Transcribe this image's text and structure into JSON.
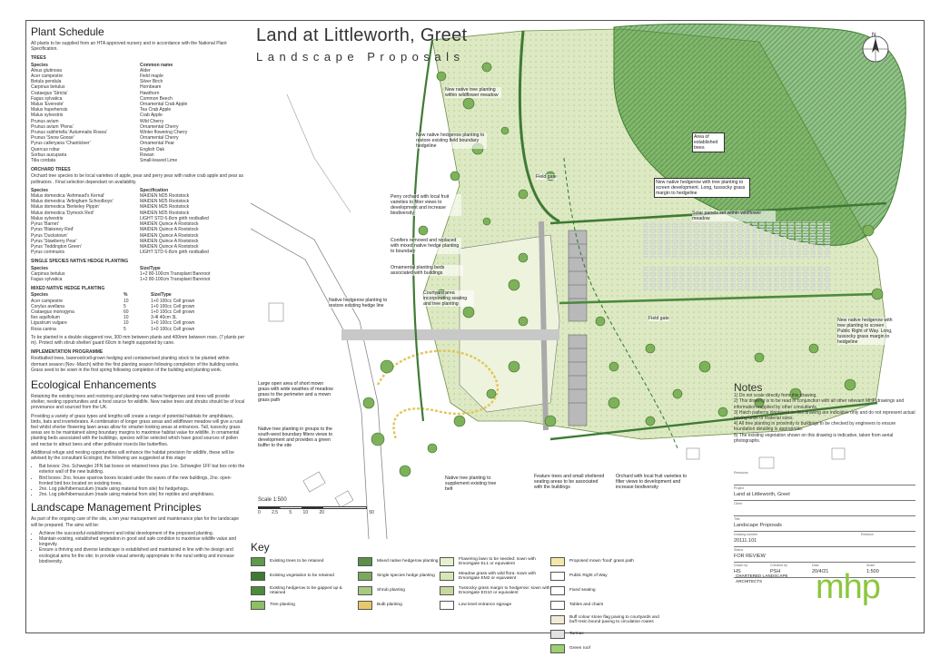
{
  "plant_schedule": {
    "title": "Plant Schedule",
    "intro": "All plants to be supplied from an HTA approved nursery and in accordance with the National Plant Specification.",
    "trees": {
      "heading": "TREES",
      "col1": "Species",
      "col2": "Common name",
      "rows": [
        [
          "Alnus glutinosa",
          "Alder"
        ],
        [
          "Acer campestre",
          "Field maple"
        ],
        [
          "Betula pendula",
          "Silver Birch"
        ],
        [
          "Carpinus betulus",
          "Hornbeam"
        ],
        [
          "Crataegus 'Stricta'",
          "Hawthorn"
        ],
        [
          "Fagus sylvatica",
          "Common Beech"
        ],
        [
          "Malus 'Evereste'",
          "Ornamental Crab Apple"
        ],
        [
          "Malus hupehensis",
          "Tea Crab Apple"
        ],
        [
          "Malus sylvestris",
          "Crab Apple"
        ],
        [
          "Prunus avium",
          "Wild Cherry"
        ],
        [
          "Prunus avium 'Plena'",
          "Ornamental Cherry"
        ],
        [
          "Prunus subhirtella 'Autumnalis Rosea'",
          "Winter flowering Cherry"
        ],
        [
          "Prunus 'Snow Goose'",
          "Ornamental Cherry"
        ],
        [
          "Pyrus calleryana 'Chanticleer'",
          "Ornamental Pear"
        ],
        [
          "Quercus robur",
          "English Oak"
        ],
        [
          "Sorbus aucuparia",
          "Rowan"
        ],
        [
          "Tilia cordata",
          "Small-leaved Lime"
        ]
      ]
    },
    "orchard": {
      "heading": "ORCHARD TREES",
      "intro": "Orchard tree species to be local varieties of apple, pear and perry pear with native crab apple and pear as pollinators . Final selection dependant on availability.",
      "col1": "Species",
      "col2": "Specification",
      "rows": [
        [
          "Malus domestica 'Ashmead's Kernal'",
          "MAIDEN M25 Rootstock"
        ],
        [
          "Malus domestica 'Arlingham Schoolboys'",
          "MAIDEN M25 Rootstock"
        ],
        [
          "Malus domestica 'Berkeley Pippin'",
          "MAIDEN M25 Rootstock"
        ],
        [
          "Malus domestica 'Dymock Red'",
          "MAIDEN M25 Rootstock"
        ],
        [
          "Malus sylvestris",
          "LIGHT STD 6-8cm girth rootballed"
        ],
        [
          "Pyrus 'Barnet'",
          "MAIDEN Quince A Rootstock"
        ],
        [
          "Pyrus 'Blakeney Red'",
          "MAIDEN Quince A Rootstock"
        ],
        [
          "Pyrus 'Duckstown'",
          "MAIDEN Quince A Rootstock"
        ],
        [
          "Pyrus 'Stawberry Pear'",
          "MAIDEN Quince A Rootstock"
        ],
        [
          "Pyrus 'Teddington Green'",
          "MAIDEN Quince A Rootstock"
        ],
        [
          "Pyrus communis",
          "LIGHT STD 6-8cm girth rootballed"
        ]
      ]
    },
    "single_hedge": {
      "heading": "SINGLE SPECIES NATIVE HEDGE PLANTING",
      "col1": "Species",
      "col2": "Size/Type",
      "rows": [
        [
          "Carpinus betulus",
          "1+2 80-100cm Transplant Bareroot"
        ],
        [
          "Fagus sylvatica",
          "1+2 80-100cm Transplant Bareroot"
        ]
      ]
    },
    "mixed_hedge": {
      "heading": "MIXED NATIVE HEDGE PLANTING",
      "col1": "Species",
      "col2": "%",
      "col3": "Size/Type",
      "rows": [
        [
          "Acer campestre",
          "10",
          "1+0 100cc Cell grown"
        ],
        [
          "Corylus avellana",
          "5",
          "1+0 100cc Cell grown"
        ],
        [
          "Crataegus monogyna",
          "60",
          "1+0 100cc Cell grown"
        ],
        [
          "Ilex aquifolium",
          "10",
          "3-4l 40cm 3L"
        ],
        [
          "Ligustrum vulgare",
          "10",
          "1+0 100cc Cell grown"
        ],
        [
          "Rosa canina",
          "5",
          "1+0 100cc Cell grown"
        ]
      ],
      "note": "To be planted in a double staggered row, 300 mm between plants and 400mm between rows. (7 plants per m). Protect with shrub shelter/ guard 60cm in height supported by cane."
    },
    "implementation": {
      "heading": "IMPLEMENTATION PROGRAMME",
      "text": "Rootballed trees, bareroot/cell-grown hedging and containerised planting stock to be planted within dormant season (Nov -March) within the first planting season following completion of the building works. Grass seed to be sown in the first spring following completion of the building and planting work."
    }
  },
  "ecological": {
    "title": "Ecological Enhancements",
    "p1": "Retaining the existing trees and restoring and planting new native hedgerows and trees will provide shelter, nesting opportunities and a food source for wildlife. New native trees and shrubs should be of local provenance and sourced from the UK.",
    "p2": "Providing a variety of grass types and lengths will create a range of potential habitats for amphibians, birds, bats and invertebrates. A combination of longer grass areas and wildflower meadow will give a rural feel whilst shorter flowering lawn areas allow for smarter-looking areas at entrances. Tall, tussocky grass areas are to be maintained along boundary margins to maximise habitat value for wildlife. In ornamental planting beds associated with the buildings, species will be selected which have good sources of pollen and nectar to attract bees and other pollinator insects like butterflies.",
    "p3": "Additional refuge and nesting opportunities will enhance the habitat provision for wildlife, these will be advised by the consultant Ecologist, the following are suggested at this stage:",
    "bullets": [
      "Bat boxes: 2no. Schwegler 2FN bat boxes on retained trees plus 1no. Schwegler 1FF bat box onto the exterior wall of the new building.",
      "Bird boxes: 2no. house sparrow boxes located under the eaves of the new buildings, 2no. open-fronted bird box located on existing trees.",
      "2no. Log pile/hibernaculum (made using material from site) for hedgehogs.",
      "2no. Log pile/hibernaculum (made using material from site) for reptiles and amphibians."
    ]
  },
  "management": {
    "title": "Landscape Management Principles",
    "intro": "As part of the ongoing care of the site, a ten year management and maintenance plan for the landscape will be prepared. The aims will be:",
    "bullets": [
      "Achieve the successful establishment and initial development of the proposed planting.",
      "Maintain existing, established vegetation in good and safe condition to maximise wildlife value and longevity.",
      "Ensure a thriving and diverse landscape is established and maintained in line with he design and ecological aims for the site; to provide visual amenity appropriate to the rural setting and increase biodiversity."
    ]
  },
  "plan": {
    "title": "Land at Littleworth, Greet",
    "subtitle": "Landscape Proposals",
    "north": "N",
    "gate1": "Field gate",
    "gate2": "Field gate",
    "annotations": [
      "New native tree planting within wildflower meadow",
      "New native hedgerow planting to restore existing field boundary hedgeline",
      "Area of established trees",
      "New native hedgerow with tree planting to screen development. Long, tussocky grass margin to hedgeline",
      "Solar panels set within wildflower meadow",
      "Perry orchard with local fruit varieties to filter views to development and increase biodiversity",
      "Conifers removed and replaced with mixed native hedge planting to boundary",
      "Ornamental planting beds associated with buildings",
      "Native hedgerow planting to restore existing hedge line",
      "Courtyard area incorporating seating and tree planting",
      "New native hedgerow with tree planting to screen Public Right of Way. Long, tussocky grass margin to hedgeline",
      "Large open area of short mown grass with wide swathes of meadow grass to the perimeter and a mown grass path",
      "Native tree planting in groups to the south-west boundary filters views to development and provides a green buffer to the site",
      "Native tree planting to supplement existing tree belt",
      "Feature trees and small sheltered seating areas to be associated with the buildings",
      "Orchard with local fruit varieties to filter views to development and increase biodiversity"
    ],
    "scale_label": "Scale 1:500",
    "scale_ticks": [
      "0",
      "2.5",
      "5",
      "10",
      "20",
      "",
      "",
      "",
      "50"
    ]
  },
  "key": {
    "title": "Key",
    "items": [
      {
        "label": "Existing trees to be retained",
        "color": "#5d9a4a"
      },
      {
        "label": "Existing vegetation to be retained",
        "color": "#3f7a35"
      },
      {
        "label": "Existing hedgerow to be gapped up & retained",
        "color": "#4d8a3e"
      },
      {
        "label": "Tree planting",
        "color": "#8cc063"
      },
      {
        "label": "Mixed native hedgerow planting",
        "color": "#5c8f47"
      },
      {
        "label": "Single species hedge planting",
        "color": "#7aa95c"
      },
      {
        "label": "Shrub planting",
        "color": "#a8c97e"
      },
      {
        "label": "Bulb planting",
        "color": "#e8c96a"
      },
      {
        "label": "Flowering lawn to be seeded: sown with Emorsgate EL1 or equivalent",
        "color": "#e6f0cf"
      },
      {
        "label": "Meadow grass with wild flora: sown with Emorsgate EM2 or equivalent",
        "color": "#d6e6b4"
      },
      {
        "label": "Tussocky grass margin to hedgerow: sown with Emorsgate EG10 or equivalent",
        "color": "#c5d99e"
      },
      {
        "label": "Low level entrance signage",
        "color": "#ffffff"
      },
      {
        "label": "Proposed mown 'food' grass path",
        "color": "#f3e9a6"
      },
      {
        "label": "Public Right of Way",
        "color": "#ffffff"
      },
      {
        "label": "Fixed seating",
        "color": "#ffffff"
      },
      {
        "label": "Tables and chairs",
        "color": "#ffffff"
      },
      {
        "label": "Buff colour stone flag paving to courtyards and buff resin bound paving to circulation routes",
        "color": "#f1ead4"
      },
      {
        "label": "Tarmac",
        "color": "#e2e2e2"
      },
      {
        "label": "Green roof",
        "color": "#9ccf6f"
      }
    ]
  },
  "notes": {
    "title": "Notes",
    "items": [
      "1) Do not scale directly from this drawing.",
      "2) This drawing is to be read in conjunction with all other relevant MHP drawings and information supplied by other consultants.",
      "3) Hatch patterns displayed on this drawing are indicative only and do not represent actual paving units or material sizes.",
      "4) All tree planting in proximity to buildings to be checked by engineers to ensure foundation detailing is appropriate.",
      "5) The existing vegetation shown on this drawing is indicative, taken from aerial photographs."
    ]
  },
  "title_block": {
    "revisions_label": "Revisions",
    "client_label": "Client",
    "project_label": "Project",
    "project": "Land at Littleworth, Greet",
    "title_label": "Title",
    "title": "Landscape Proposals",
    "drawing_no_label": "Drawing number",
    "drawing_no": "20111.101",
    "revision_label": "Revision",
    "status_label": "Status",
    "status": "FOR REVIEW",
    "drawn_label": "Drawn by",
    "drawn": "HS",
    "checked_label": "Checked by",
    "checked": "PSH",
    "date_label": "Date",
    "date": "20/4/21",
    "scale_label": "Scale",
    "scale": "1:500",
    "company_small": "CHARTERED LANDSCAPE ARCHITECTS",
    "company": "mhp"
  }
}
